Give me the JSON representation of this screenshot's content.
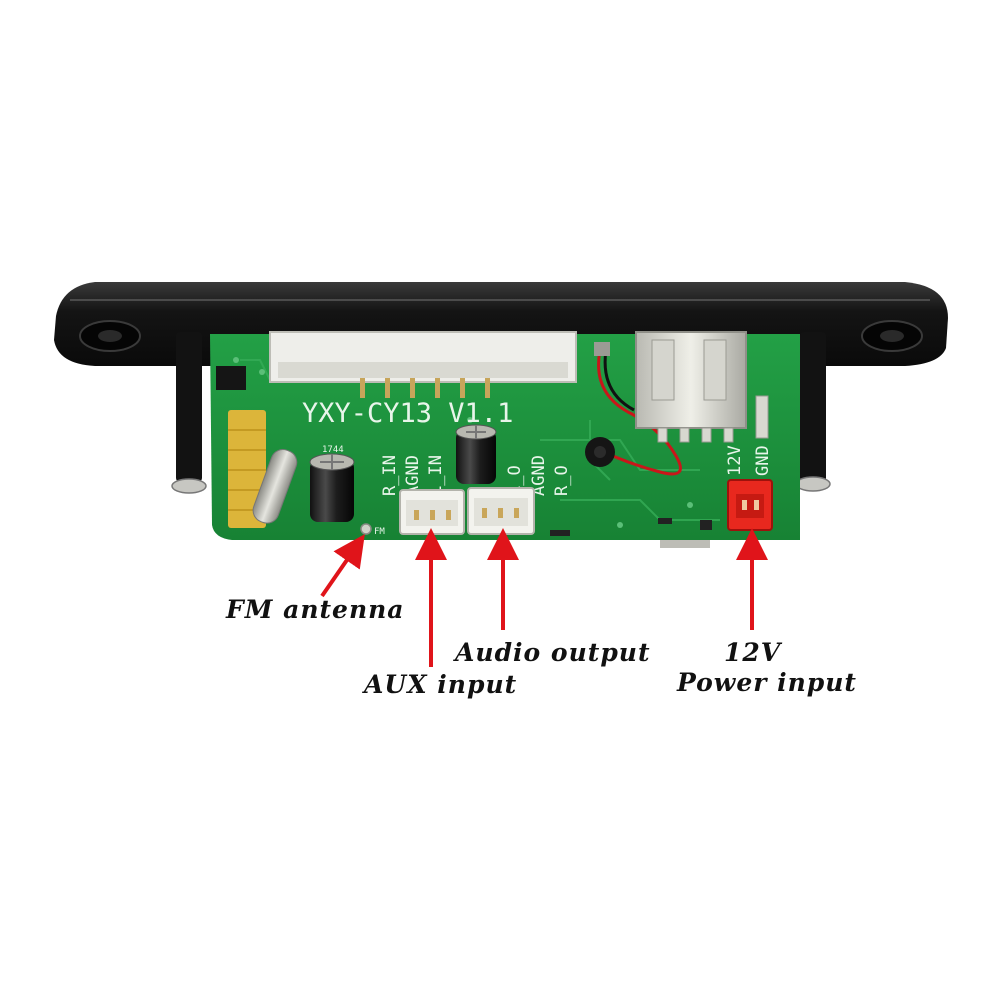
{
  "board": {
    "model_label": "YXY-CY13 V1.1",
    "silkscreen": {
      "aux_pins": [
        "R_IN",
        "AGND",
        "L_IN"
      ],
      "out_pins": [
        "L_O",
        "AGND",
        "R_O"
      ],
      "power_pins": [
        "12V",
        "GND"
      ],
      "fm_mark": "FM",
      "cap_mark": "1744"
    }
  },
  "callouts": {
    "fm_antenna": "FM antenna",
    "aux_input": "AUX input",
    "audio_output": "Audio output",
    "power_line1": "12V",
    "power_line2": "Power input"
  },
  "colors": {
    "pcb": "#1c8f3c",
    "bezel": "#1a1a1a",
    "arrow": "#e0141a",
    "power_connector": "#e8281e"
  }
}
